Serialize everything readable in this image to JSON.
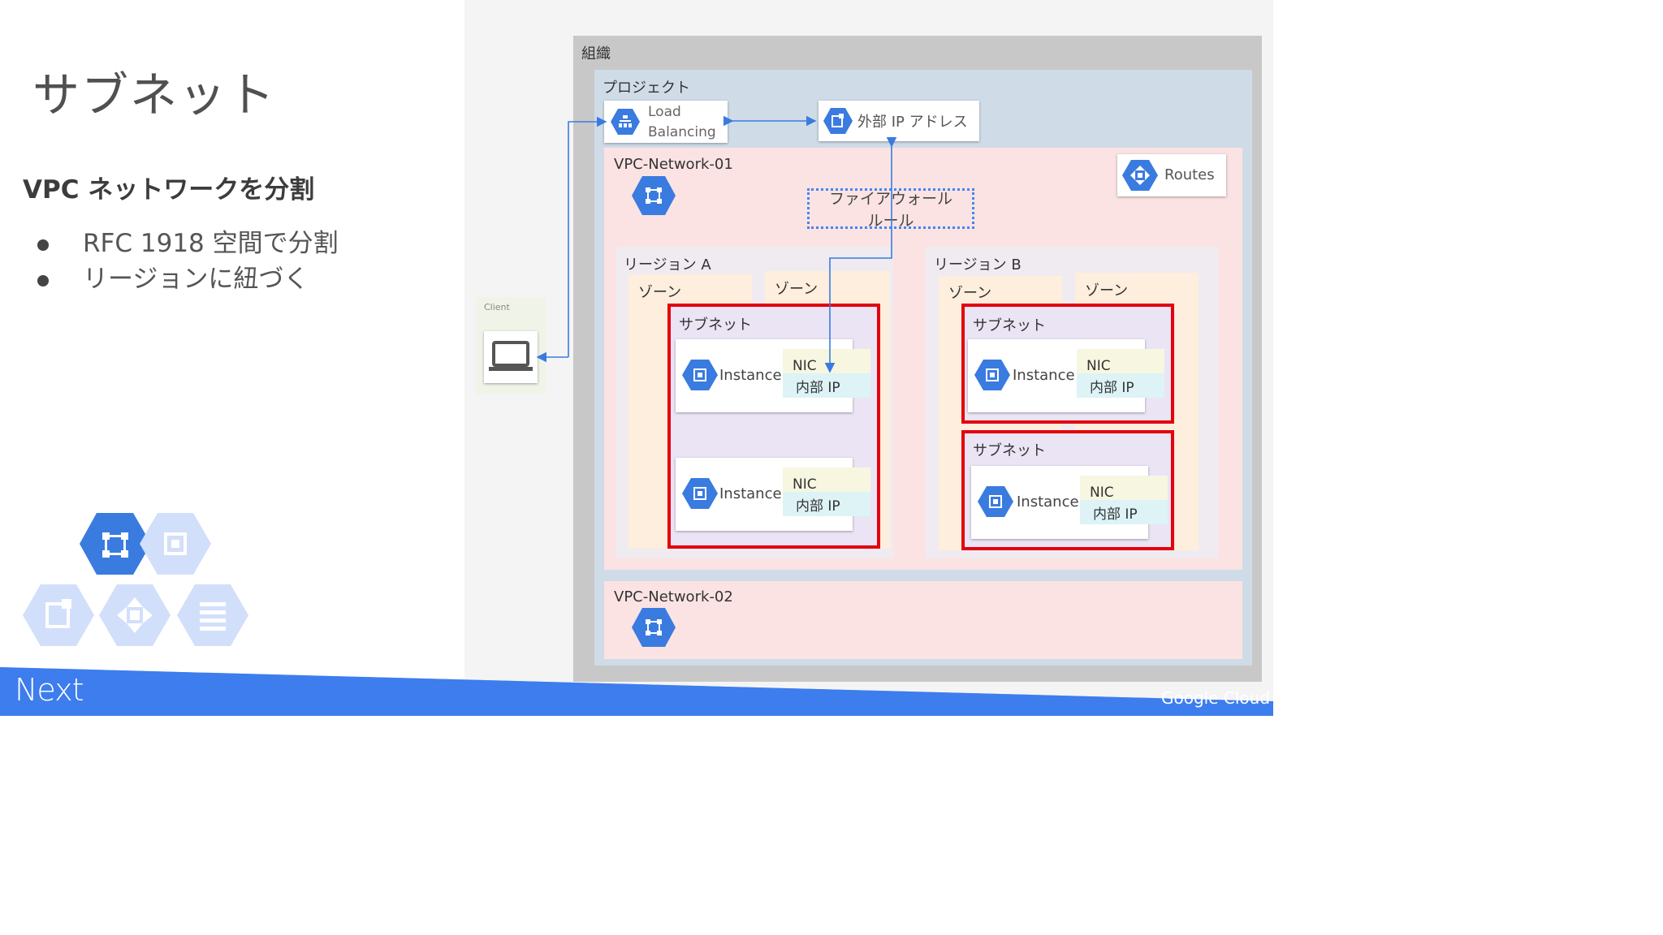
{
  "slide": {
    "title": "サブネット",
    "subheading": "VPC ネットワークを分割",
    "bullets": [
      "RFC 1918 空間で分割",
      "リージョンに紐づく"
    ]
  },
  "diagram": {
    "org_label": "組織",
    "project_label": "プロジェクト",
    "load_balancing": {
      "line1": "Load",
      "line2": "Balancing"
    },
    "external_ip": "外部 IP アドレス",
    "vpc1": "VPC-Network-01",
    "vpc2": "VPC-Network-02",
    "routes": "Routes",
    "firewall": {
      "line1": "ファイアウォール",
      "line2": "ルール"
    },
    "client": "Client",
    "region_a": "リージョン A",
    "region_b": "リージョン B",
    "zone": "ゾーン",
    "subnet": "サブネット",
    "instance": "Instance",
    "nic": "NIC",
    "internal_ip": "内部 IP"
  },
  "footer": {
    "event": "Next",
    "brand": "Google Cloud"
  },
  "colors": {
    "accent_blue": "#4285f4",
    "icon_blue": "#3a7be0",
    "highlight_red": "#e3000f",
    "org_gray": "#c8c8c8",
    "project_blue": "#cfdce8",
    "vpc_pink": "#fbe3e3",
    "zone_beige": "#fdeedd",
    "subnet_lavender": "#ebe4f5",
    "nic_yellow": "#f7f7e1",
    "ip_cyan": "#ddf3f6"
  }
}
